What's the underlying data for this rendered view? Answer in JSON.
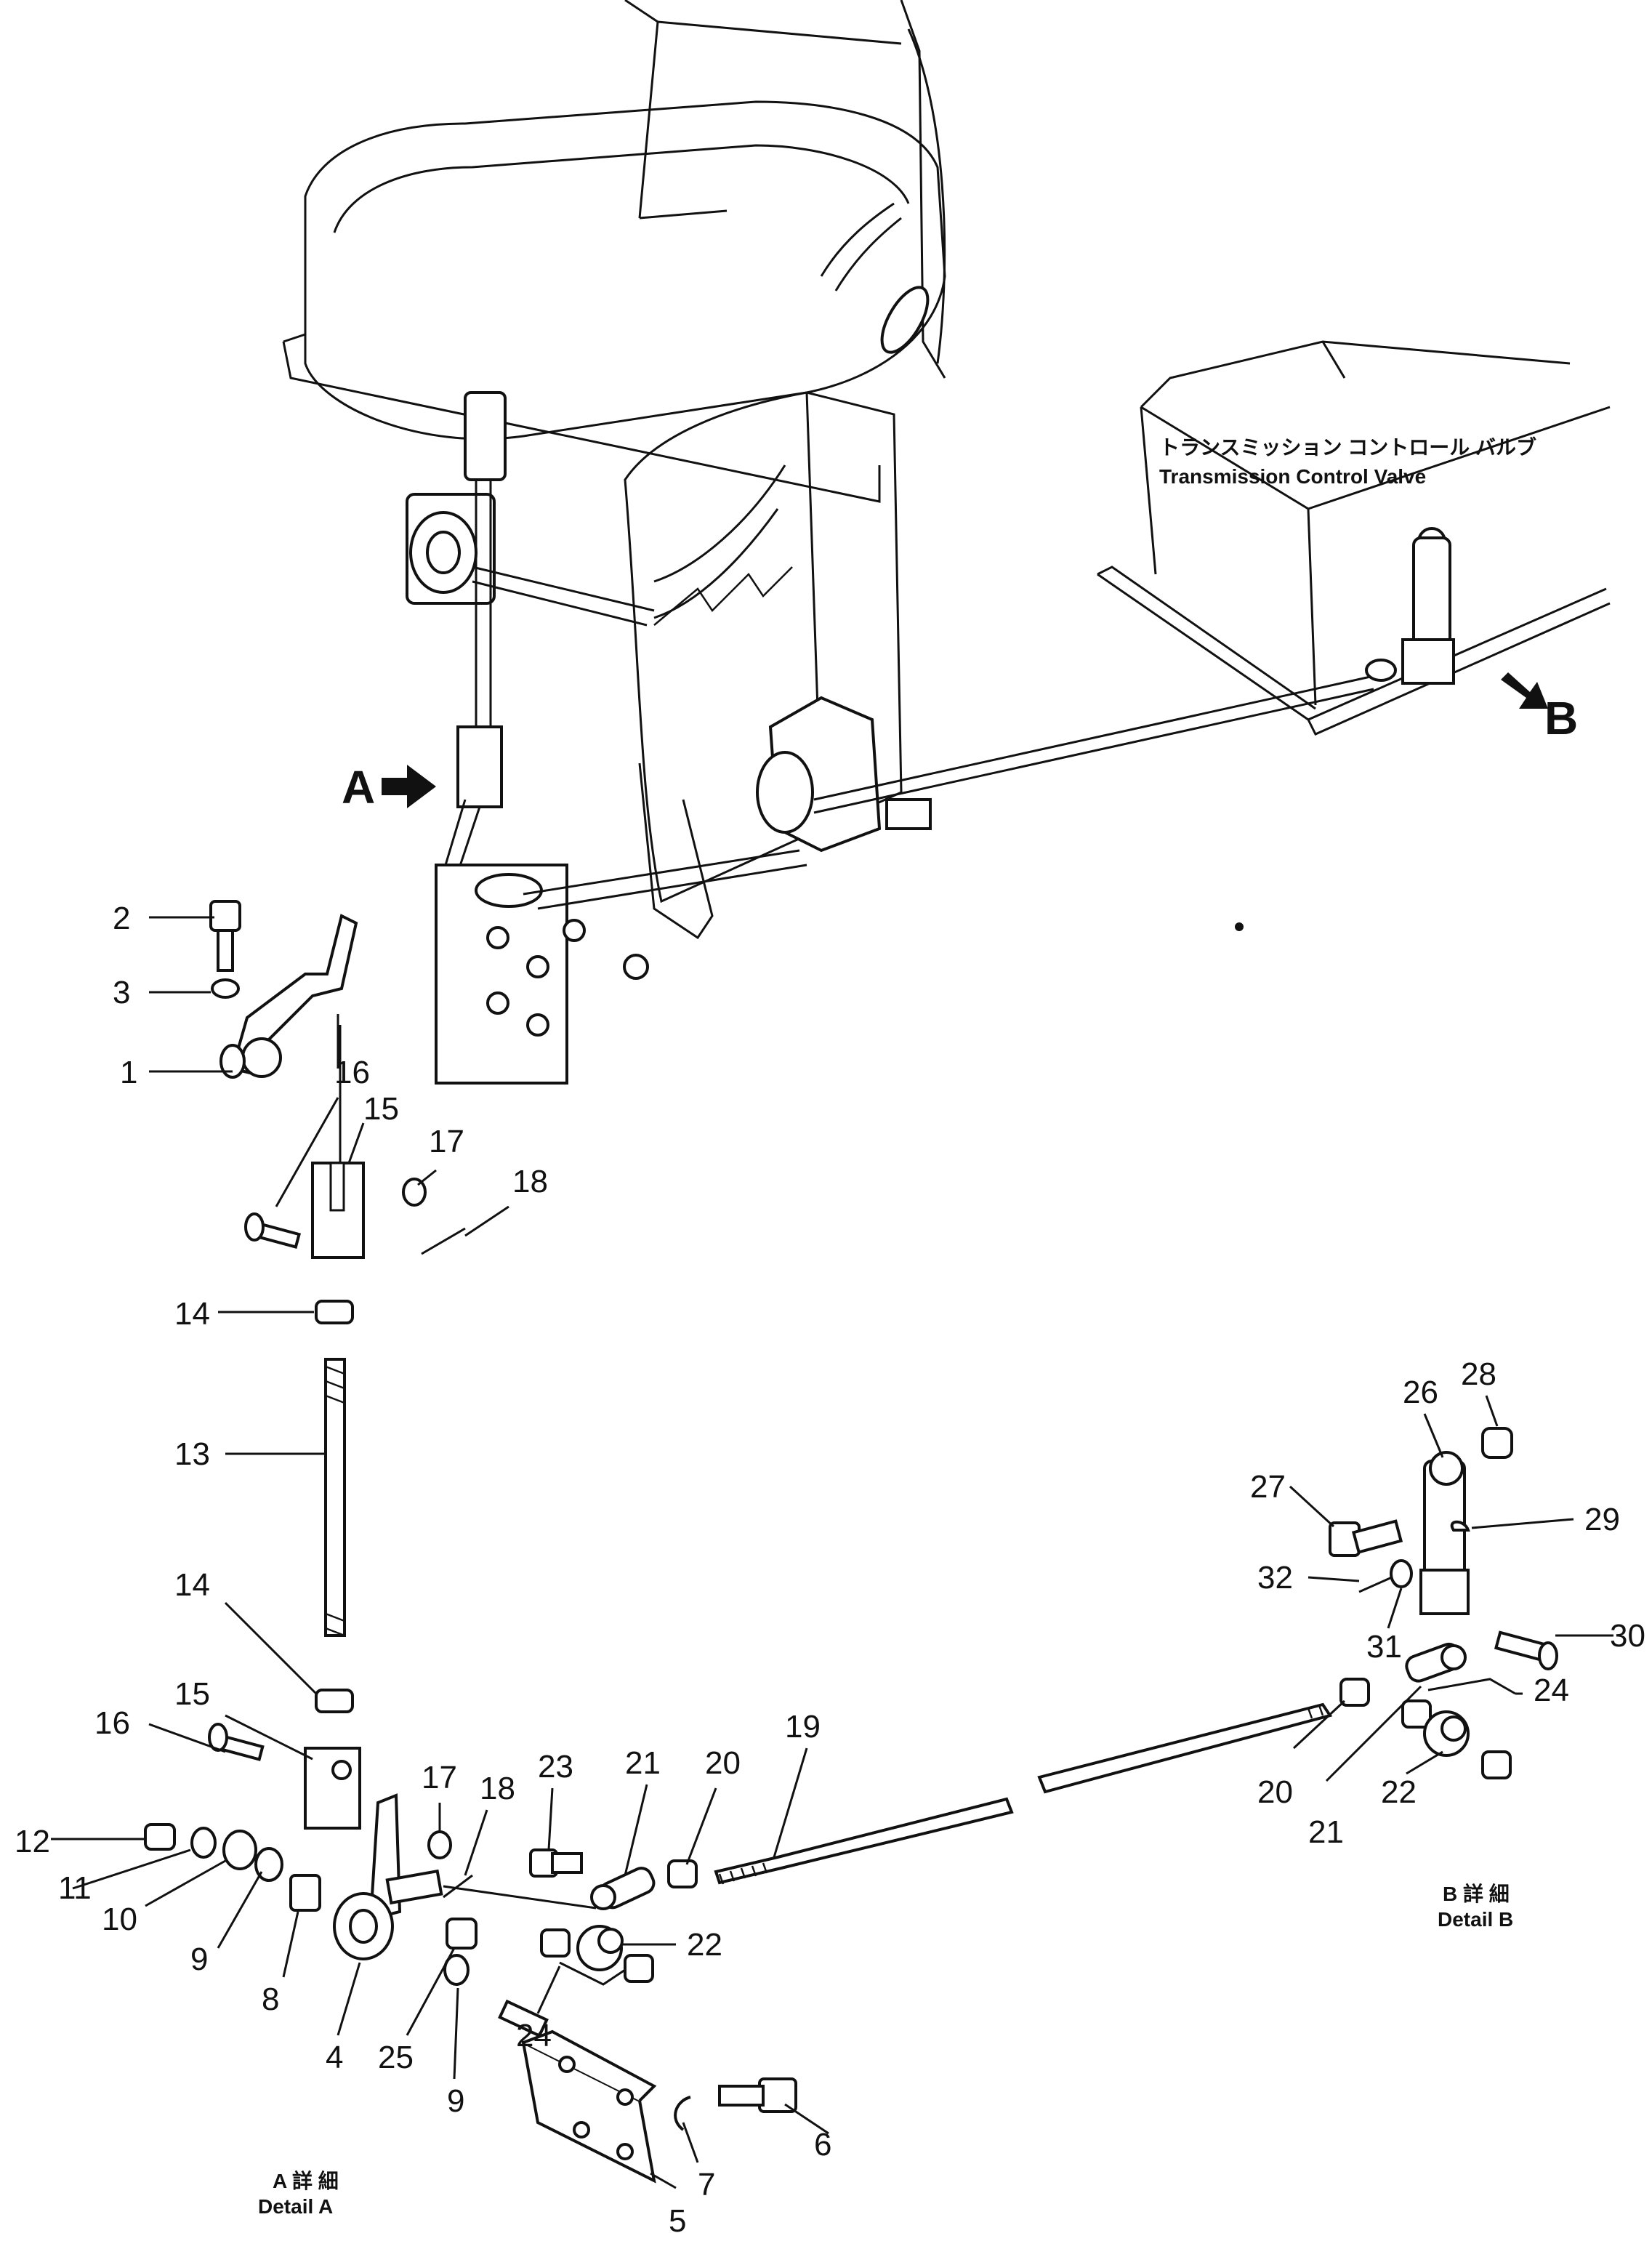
{
  "header": {
    "valve_label_jp": "トランスミッション コントロール バルブ",
    "valve_label_en": "Transmission Control Valve",
    "arrow_a": "A",
    "arrow_b": "B"
  },
  "details": {
    "a_jp": "A 詳 細",
    "a_en": "Detail A",
    "b_jp": "B 詳 細",
    "b_en": "Detail B"
  },
  "callouts": [
    "1",
    "2",
    "3",
    "4",
    "5",
    "6",
    "7",
    "8",
    "9",
    "10",
    "11",
    "12",
    "13",
    "14",
    "15",
    "16",
    "17",
    "18",
    "19",
    "20",
    "21",
    "22",
    "23",
    "24",
    "25",
    "26",
    "27",
    "28",
    "29",
    "30",
    "31",
    "32"
  ],
  "callouts_repeat": [
    "9",
    "14",
    "15",
    "16",
    "17",
    "18",
    "20",
    "21",
    "22",
    "24"
  ]
}
